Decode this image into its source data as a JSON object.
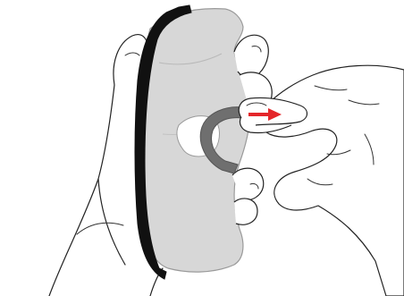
{
  "figure": {
    "kind": "instruction-illustration",
    "caption": "",
    "colors": {
      "background": "#ffffff",
      "lens_fill": "#d7d7d7",
      "lens_outline": "#9a9a9a",
      "frame_edge": "#111111",
      "clip_gray": "#6f6f6f",
      "arrow": "#e4262a",
      "line": "#222222"
    },
    "parts": {
      "left_hand": "hand-holding-lens",
      "lens": "goggle-lens",
      "frame_edge": "black-frame-edge",
      "clip": "nose-clip",
      "right_hand": "hand-pulling-clip",
      "arrow": "pull-direction-arrow"
    },
    "arrow_direction": "right"
  }
}
